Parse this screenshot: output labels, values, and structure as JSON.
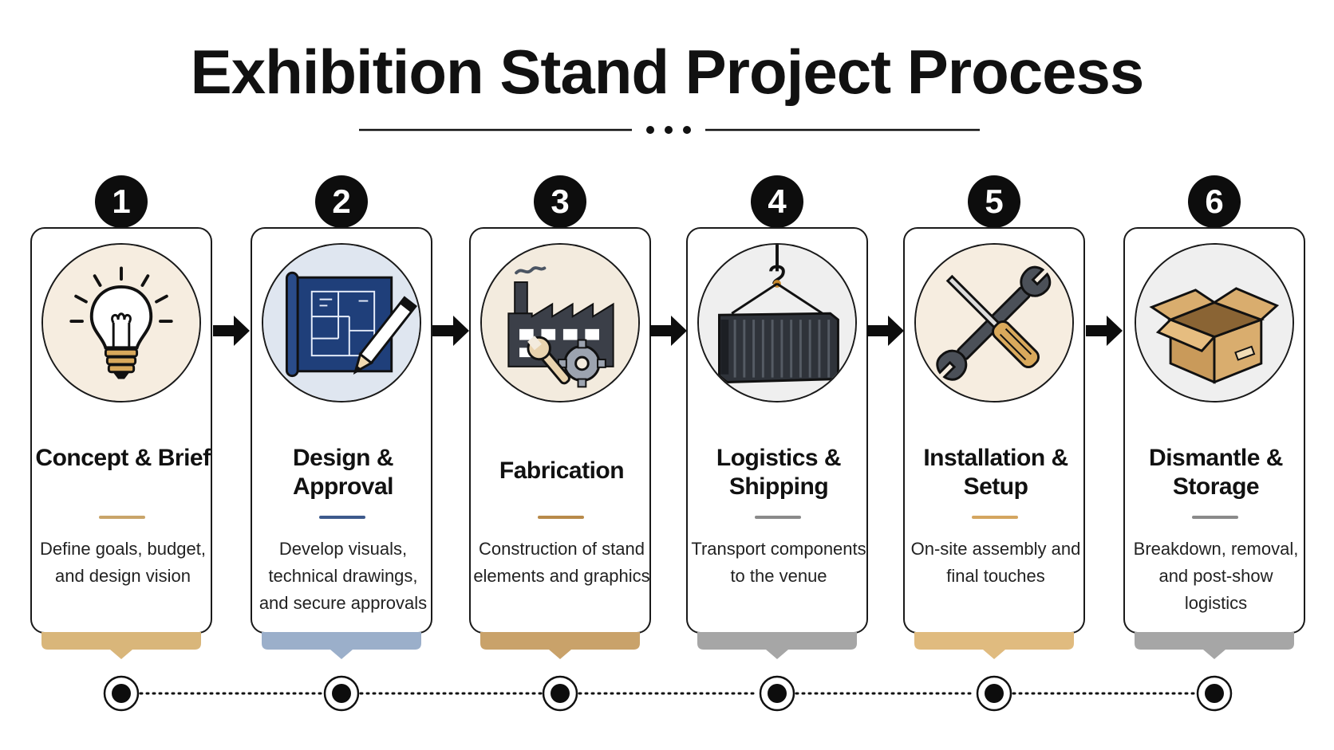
{
  "title": "Exhibition Stand Project Process",
  "steps": [
    {
      "number": "1",
      "title": "Concept & Brief",
      "description": "Define goals, budget, and design vision",
      "accent": "#c9a56a",
      "tab_color": "#d9b67a",
      "icon": "lightbulb-icon"
    },
    {
      "number": "2",
      "title": "Design & Approval",
      "description": "Develop visuals, technical drawings, and secure approvals",
      "accent": "#3d5a8c",
      "tab_color": "#9bafca",
      "icon": "blueprint-pencil-icon"
    },
    {
      "number": "3",
      "title": "Fabrication",
      "description": "Construction of stand elements and graphics",
      "accent": "#b88a4a",
      "tab_color": "#c9a26a",
      "icon": "factory-gears-icon"
    },
    {
      "number": "4",
      "title": "Logistics & Shipping",
      "description": "Transport components to the venue",
      "accent": "#8a8a8a",
      "tab_color": "#a6a6a6",
      "icon": "shipping-container-icon"
    },
    {
      "number": "5",
      "title": "Installation & Setup",
      "description": "On-site assembly and final touches",
      "accent": "#d4a660",
      "tab_color": "#e0bb7f",
      "icon": "wrench-screwdriver-icon"
    },
    {
      "number": "6",
      "title": "Dismantle & Storage",
      "description": "Breakdown, removal, and post-show logistics",
      "accent": "#8a8a8a",
      "tab_color": "#a6a6a6",
      "icon": "cardboard-box-icon"
    }
  ]
}
